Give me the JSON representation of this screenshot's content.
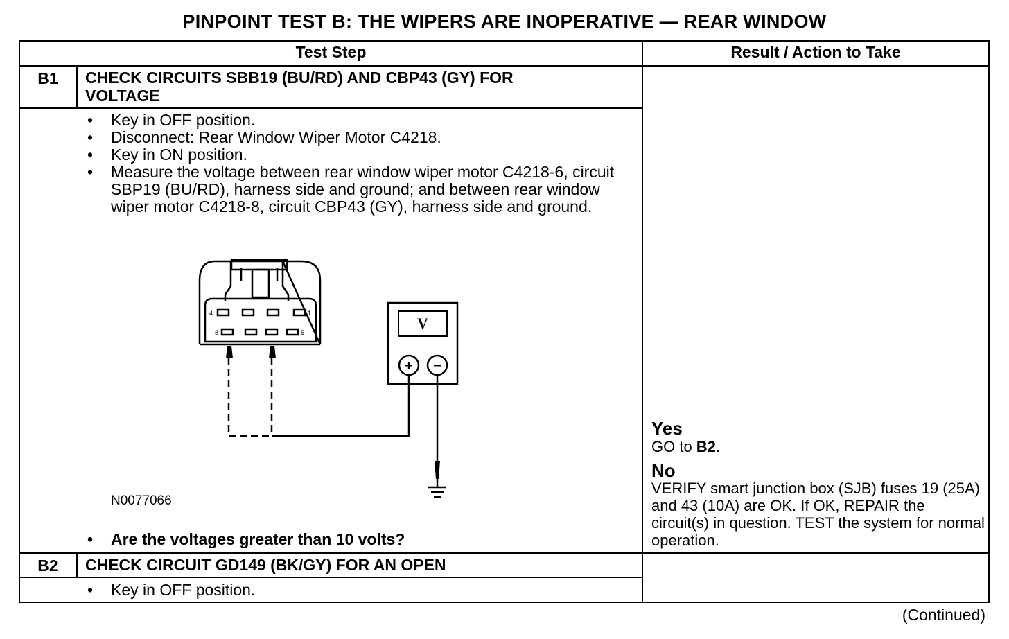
{
  "title": "PINPOINT TEST B: THE WIPERS ARE INOPERATIVE — REAR WINDOW",
  "header": {
    "test_step": "Test Step",
    "result": "Result / Action to Take"
  },
  "steps": [
    {
      "id": "B1",
      "title_line1": "CHECK CIRCUITS SBB19 (BU/RD) AND CBP43 (GY) FOR",
      "title_line2": "VOLTAGE",
      "bullets": [
        "Key in OFF position.",
        "Disconnect: Rear Window Wiper Motor C4218.",
        "Key in ON position.",
        "Measure the voltage between rear window wiper motor C4218-6, circuit SBP19 (BU/RD), harness side and ground; and between rear window wiper motor C4218-8, circuit CBP43 (GY), harness side and ground."
      ],
      "figure_code": "N0077066",
      "question": "Are the voltages greater than 10 volts?",
      "result": {
        "yes_label": "Yes",
        "yes_text_prefix": "GO to ",
        "yes_text_target": "B2",
        "yes_text_suffix": ".",
        "no_label": "No",
        "no_text": "VERIFY smart junction box (SJB) fuses 19 (25A) and 43 (10A) are OK. If OK, REPAIR the circuit(s) in question. TEST the system for normal operation."
      }
    },
    {
      "id": "B2",
      "title_line1": "CHECK CIRCUIT GD149 (BK/GY) FOR AN OPEN",
      "bullets": [
        "Key in OFF position."
      ]
    }
  ],
  "diagram": {
    "meter_symbol": "V",
    "plus": "+",
    "minus": "−",
    "pin_labels": [
      "4",
      "1",
      "8",
      "5"
    ]
  },
  "continued": "(Continued)"
}
